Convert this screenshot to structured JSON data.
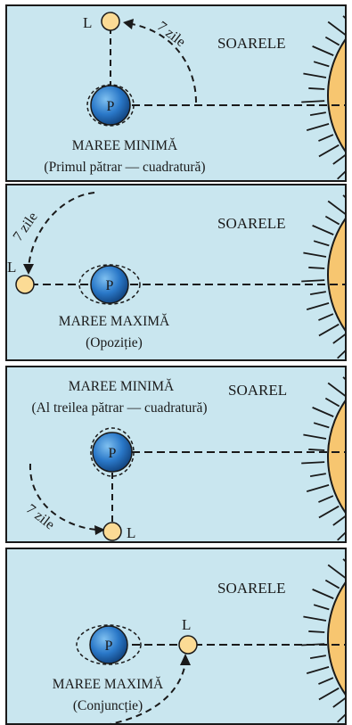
{
  "sun_label": "SOAREL",
  "sun_label_full": "SOARELE",
  "planet_letter": "P",
  "moon_letter": "L",
  "days_label": "7 zile",
  "colors": {
    "background": "#c9e6ef",
    "sun": "#f7c670",
    "planet": "#2a78c8",
    "moon": "#fbdb95",
    "ink": "#1a1a1a"
  },
  "panels": [
    {
      "tide": "MAREE MINIMĂ",
      "phase": "(Primul pătrar — cuadratură)"
    },
    {
      "tide": "MAREE MAXIMĂ",
      "phase": "(Opoziție)"
    },
    {
      "tide": "MAREE MINIMĂ",
      "phase": "(Al treilea pătrar — cuadratură)"
    },
    {
      "tide": "MAREE MAXIMĂ",
      "phase": "(Conjuncție)"
    }
  ]
}
